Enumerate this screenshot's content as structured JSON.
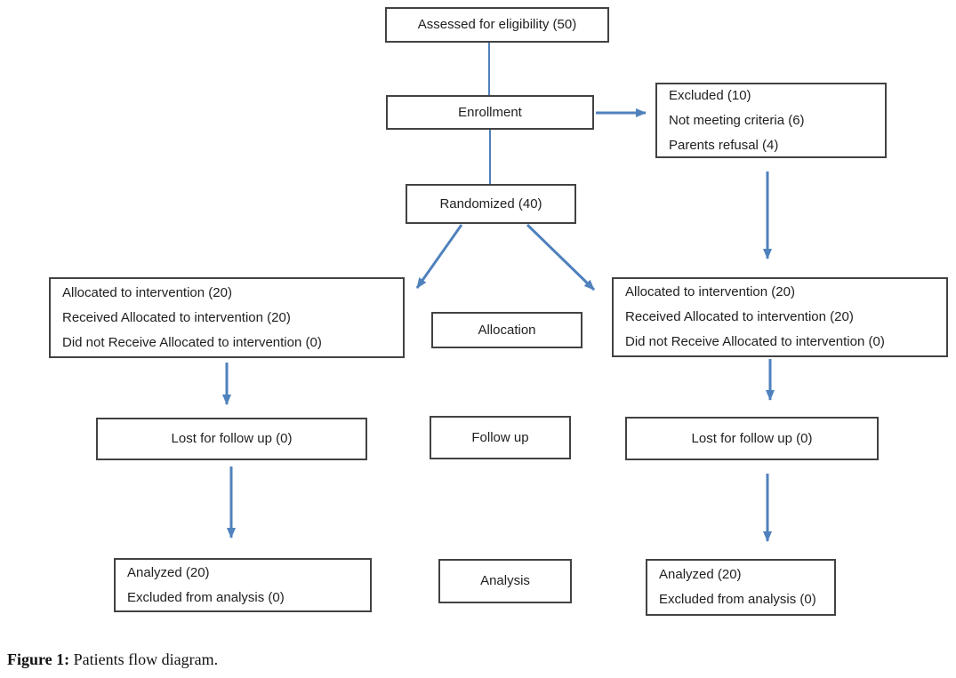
{
  "colors": {
    "arrow": "#4f81bd",
    "box_border": "#424242",
    "text": "#1f1f1f",
    "background": "#ffffff"
  },
  "diagram": {
    "nodes": {
      "assessed": {
        "label": "Assessed for eligibility (50)"
      },
      "enrollment": {
        "label": "Enrollment"
      },
      "excluded": {
        "lines": [
          "Excluded (10)",
          "Not meeting criteria (6)",
          "Parents refusal (4)"
        ]
      },
      "randomized": {
        "label": "Randomized (40)"
      },
      "allocated_left": {
        "lines": [
          "Allocated to intervention (20)",
          "Received Allocated to intervention (20)",
          "Did not Receive Allocated to intervention (0)"
        ]
      },
      "allocation_stage": {
        "label": "Allocation"
      },
      "allocated_right": {
        "lines": [
          "Allocated to intervention (20)",
          "Received Allocated to intervention (20)",
          "Did not Receive Allocated to intervention (0)"
        ]
      },
      "lost_left": {
        "label": "Lost for follow up (0)"
      },
      "followup_stage": {
        "label": "Follow up"
      },
      "lost_right": {
        "label": "Lost for follow up (0)"
      },
      "analyzed_left": {
        "lines": [
          "Analyzed (20)",
          "Excluded from analysis (0)"
        ]
      },
      "analysis_stage": {
        "label": "Analysis"
      },
      "analyzed_right": {
        "lines": [
          "Analyzed (20)",
          "Excluded from analysis (0)"
        ]
      }
    }
  },
  "figure": {
    "caption_prefix": "Figure 1:",
    "caption_text": " Patients flow diagram."
  }
}
